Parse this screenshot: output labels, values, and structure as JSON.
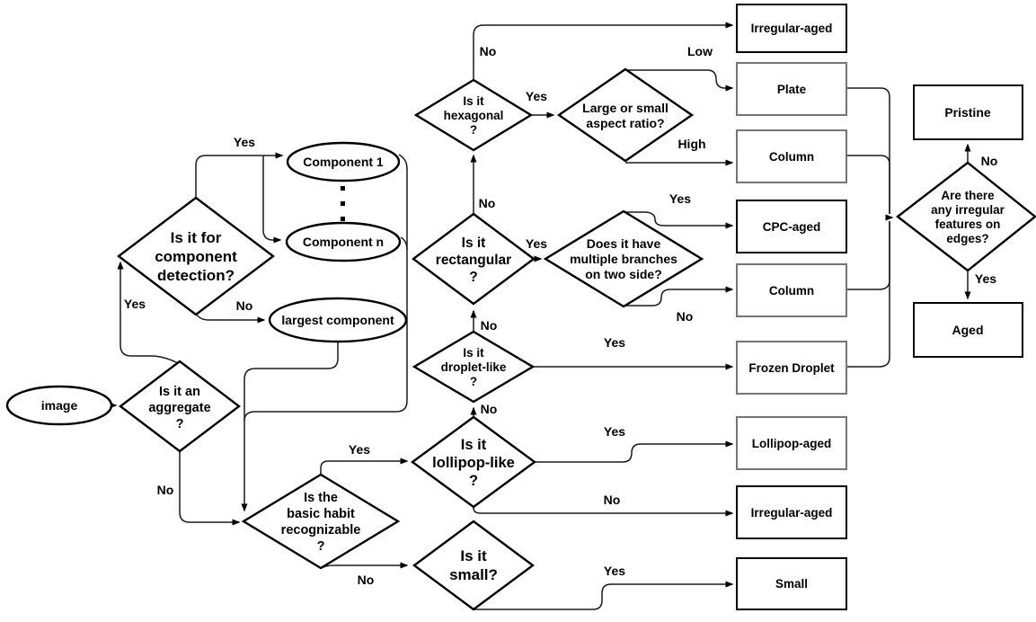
{
  "colors": {
    "background": "#ffffff",
    "shape_fill": "#ffffff",
    "shape_border": "#000000",
    "box_border_gray": "#757575",
    "connector": "#1a1a1a",
    "text": "#000000"
  },
  "nodes": {
    "image": {
      "type": "terminal",
      "lines": [
        "image"
      ]
    },
    "comp_detect": {
      "type": "decision",
      "lines": [
        "Is it for",
        "component",
        "detection?"
      ]
    },
    "component_1": {
      "type": "terminal",
      "lines": [
        "Component 1"
      ]
    },
    "component_n": {
      "type": "terminal",
      "lines": [
        "Component n"
      ]
    },
    "largest_component": {
      "type": "terminal",
      "lines": [
        "largest component"
      ]
    },
    "aggregate": {
      "type": "decision",
      "lines": [
        "Is it an",
        "aggregate",
        "?"
      ]
    },
    "hexagonal": {
      "type": "decision",
      "lines": [
        "Is it",
        "hexagonal",
        "?"
      ]
    },
    "aspect_ratio": {
      "type": "decision",
      "lines": [
        "Large or small",
        "aspect ratio?"
      ]
    },
    "rectangular": {
      "type": "decision",
      "lines": [
        "Is it",
        "rectangular",
        "?"
      ]
    },
    "branches": {
      "type": "decision",
      "lines": [
        "Does it have",
        "multiple branches",
        "on two side?"
      ]
    },
    "droplet": {
      "type": "decision",
      "lines": [
        "Is it",
        "droplet-like",
        "?"
      ]
    },
    "lollipop": {
      "type": "decision",
      "lines": [
        "Is it",
        "lollipop-like",
        "?"
      ]
    },
    "basic_habit": {
      "type": "decision",
      "lines": [
        "Is the",
        "basic habit",
        "recognizable",
        "?"
      ]
    },
    "small_q": {
      "type": "decision",
      "lines": [
        "Is it",
        "small?"
      ]
    },
    "irregular_edges": {
      "type": "decision",
      "lines": [
        "Are there",
        "any irregular",
        "features on",
        "edges?"
      ]
    },
    "irregular_aged_1": {
      "type": "result",
      "lines": [
        "Irregular-aged"
      ]
    },
    "plate": {
      "type": "result",
      "lines": [
        "Plate"
      ]
    },
    "column_1": {
      "type": "result",
      "lines": [
        "Column"
      ]
    },
    "cpc_aged": {
      "type": "result",
      "lines": [
        "CPC-aged"
      ]
    },
    "column_2": {
      "type": "result",
      "lines": [
        "Column"
      ]
    },
    "frozen_droplet": {
      "type": "result",
      "lines": [
        "Frozen Droplet"
      ]
    },
    "lollipop_aged": {
      "type": "result",
      "lines": [
        "Lollipop-aged"
      ]
    },
    "irregular_aged_2": {
      "type": "result",
      "lines": [
        "Irregular-aged"
      ]
    },
    "small_box": {
      "type": "result",
      "lines": [
        "Small"
      ]
    },
    "pristine": {
      "type": "result",
      "lines": [
        "Pristine"
      ]
    },
    "aged": {
      "type": "result",
      "lines": [
        "Aged"
      ]
    }
  },
  "edge_labels": {
    "comp_detect_yes": "Yes",
    "comp_detect_no": "No",
    "aggregate_yes": "Yes",
    "aggregate_no": "No",
    "basic_habit_yes": "Yes",
    "basic_habit_no": "No",
    "lollipop_yes": "Yes",
    "lollipop_no_up": "No",
    "lollipop_no_right": "No",
    "droplet_yes": "Yes",
    "droplet_no": "No",
    "rectangular_yes": "Yes",
    "rectangular_no": "No",
    "branches_yes": "Yes",
    "branches_no": "No",
    "hexagonal_yes": "Yes",
    "hexagonal_no": "No",
    "aspect_low": "Low",
    "aspect_high": "High",
    "small_yes": "Yes",
    "edges_no": "No",
    "edges_yes": "Yes"
  }
}
